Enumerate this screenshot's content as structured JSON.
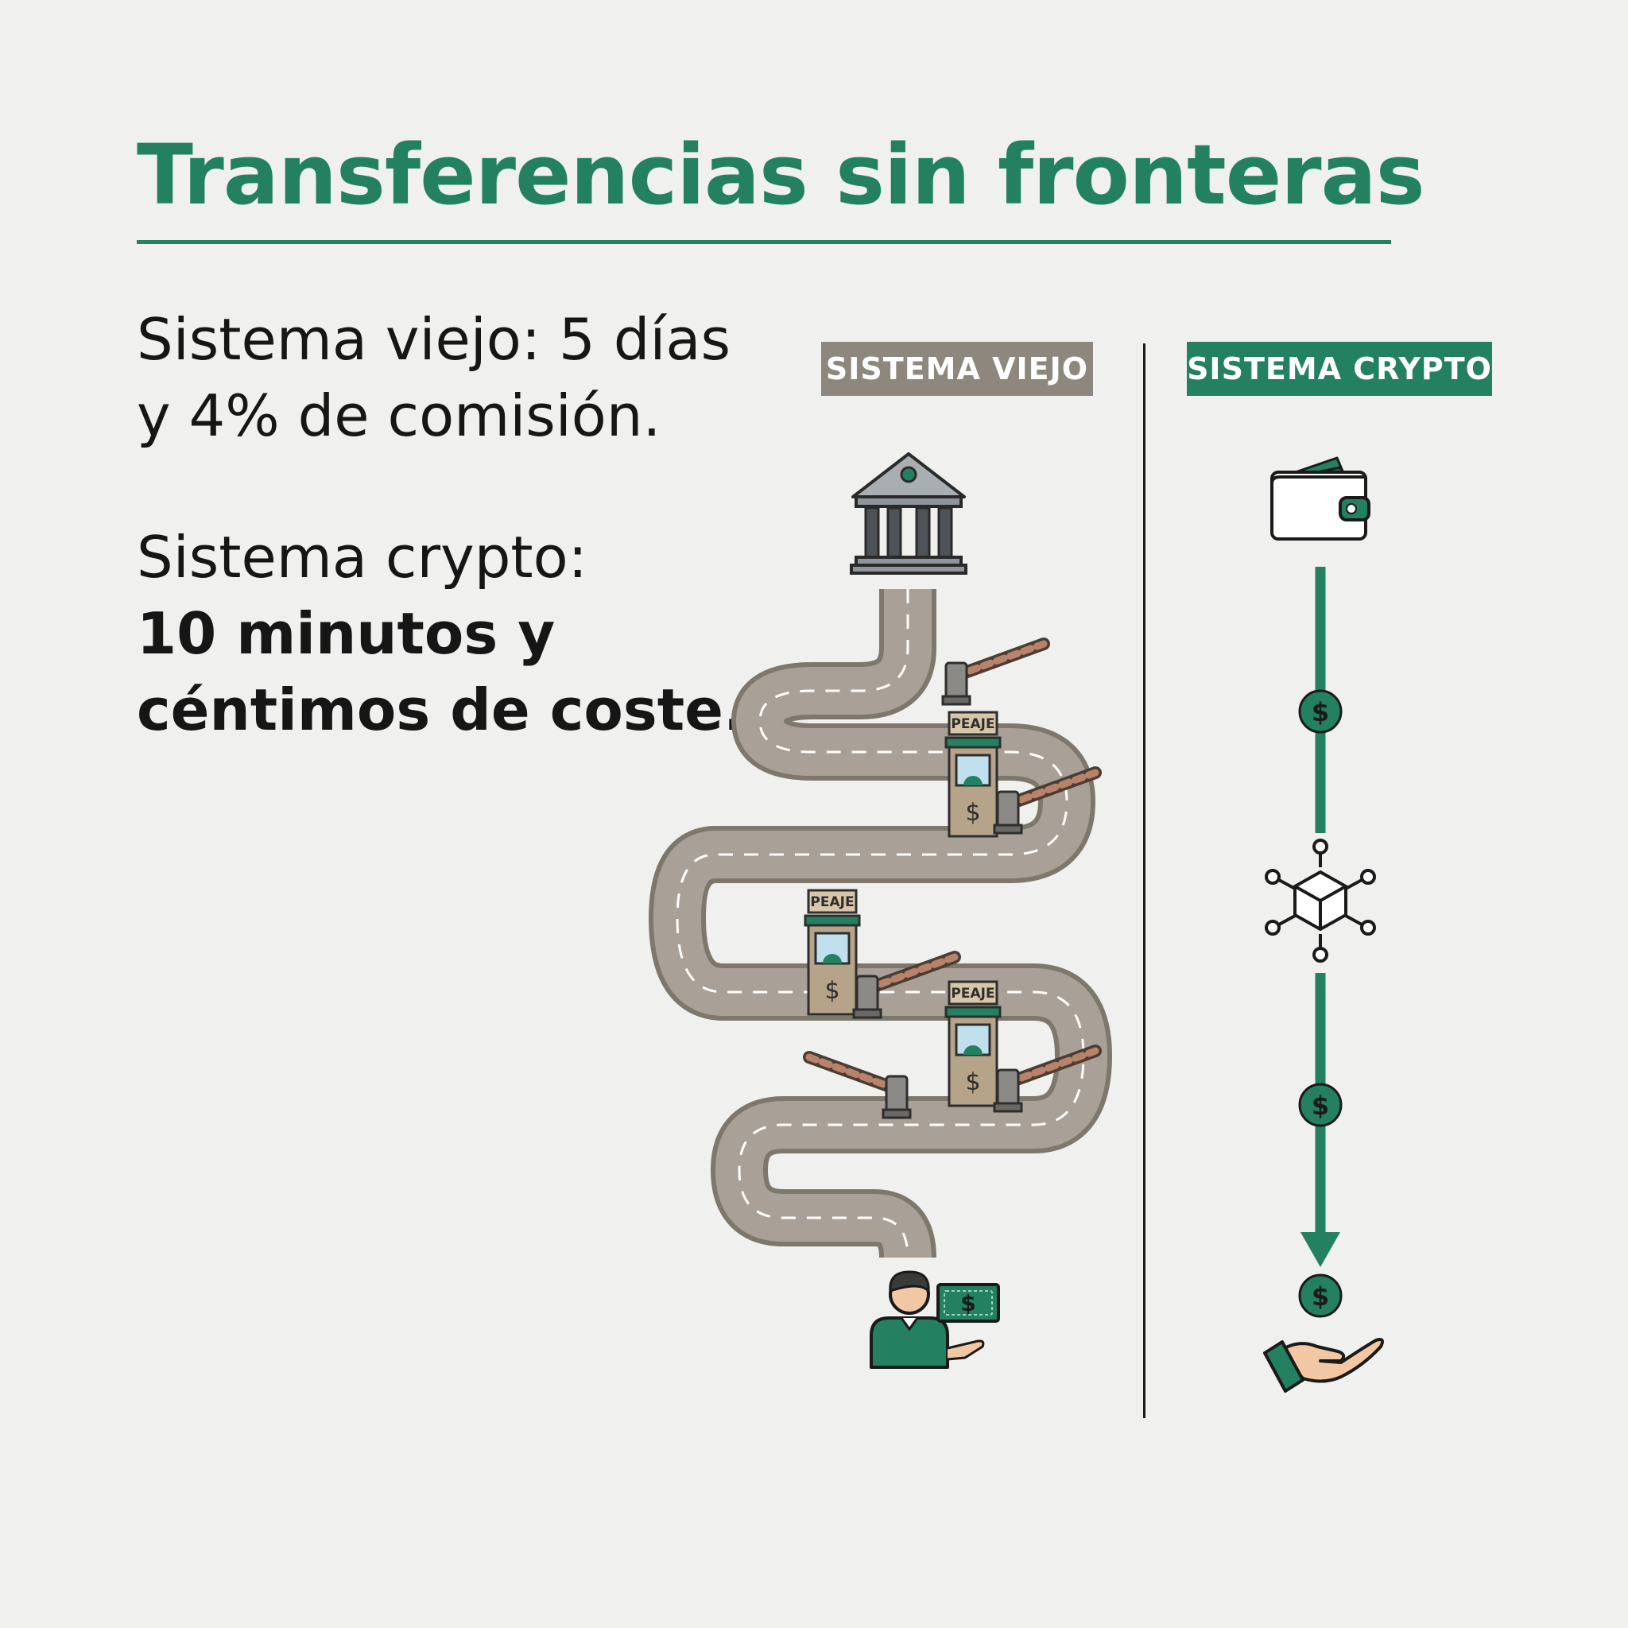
{
  "title": "Transferencias sin fronteras",
  "old_text": {
    "line1": "Sistema viejo: 5 días",
    "line2": "y 4% de comisión."
  },
  "crypto_text": {
    "line1": "Sistema crypto:",
    "line2": "10 minutos y",
    "line3": "céntimos de coste."
  },
  "tags": {
    "old": "SISTEMA VIEJO",
    "crypto": "SISTEMA CRYPTO"
  },
  "toll_label": "PEAJE",
  "currency_symbol": "$",
  "icons": {
    "origin_old": "bank-icon",
    "destination_old": "person-with-money-icon",
    "origin_crypto": "wallet-icon",
    "network_crypto": "blockchain-network-icon",
    "destination_crypto": "hand-receiving-coin-icon",
    "toll": "toll-booth-icon",
    "barrier": "barrier-gate-icon",
    "coin": "dollar-coin-icon"
  },
  "colors": {
    "brand_green": "#238060",
    "old_system_gray": "#8e877d",
    "road": "#a9a197",
    "booth": "#b5a48a",
    "text": "#161616",
    "background": "#f0f0ee"
  }
}
